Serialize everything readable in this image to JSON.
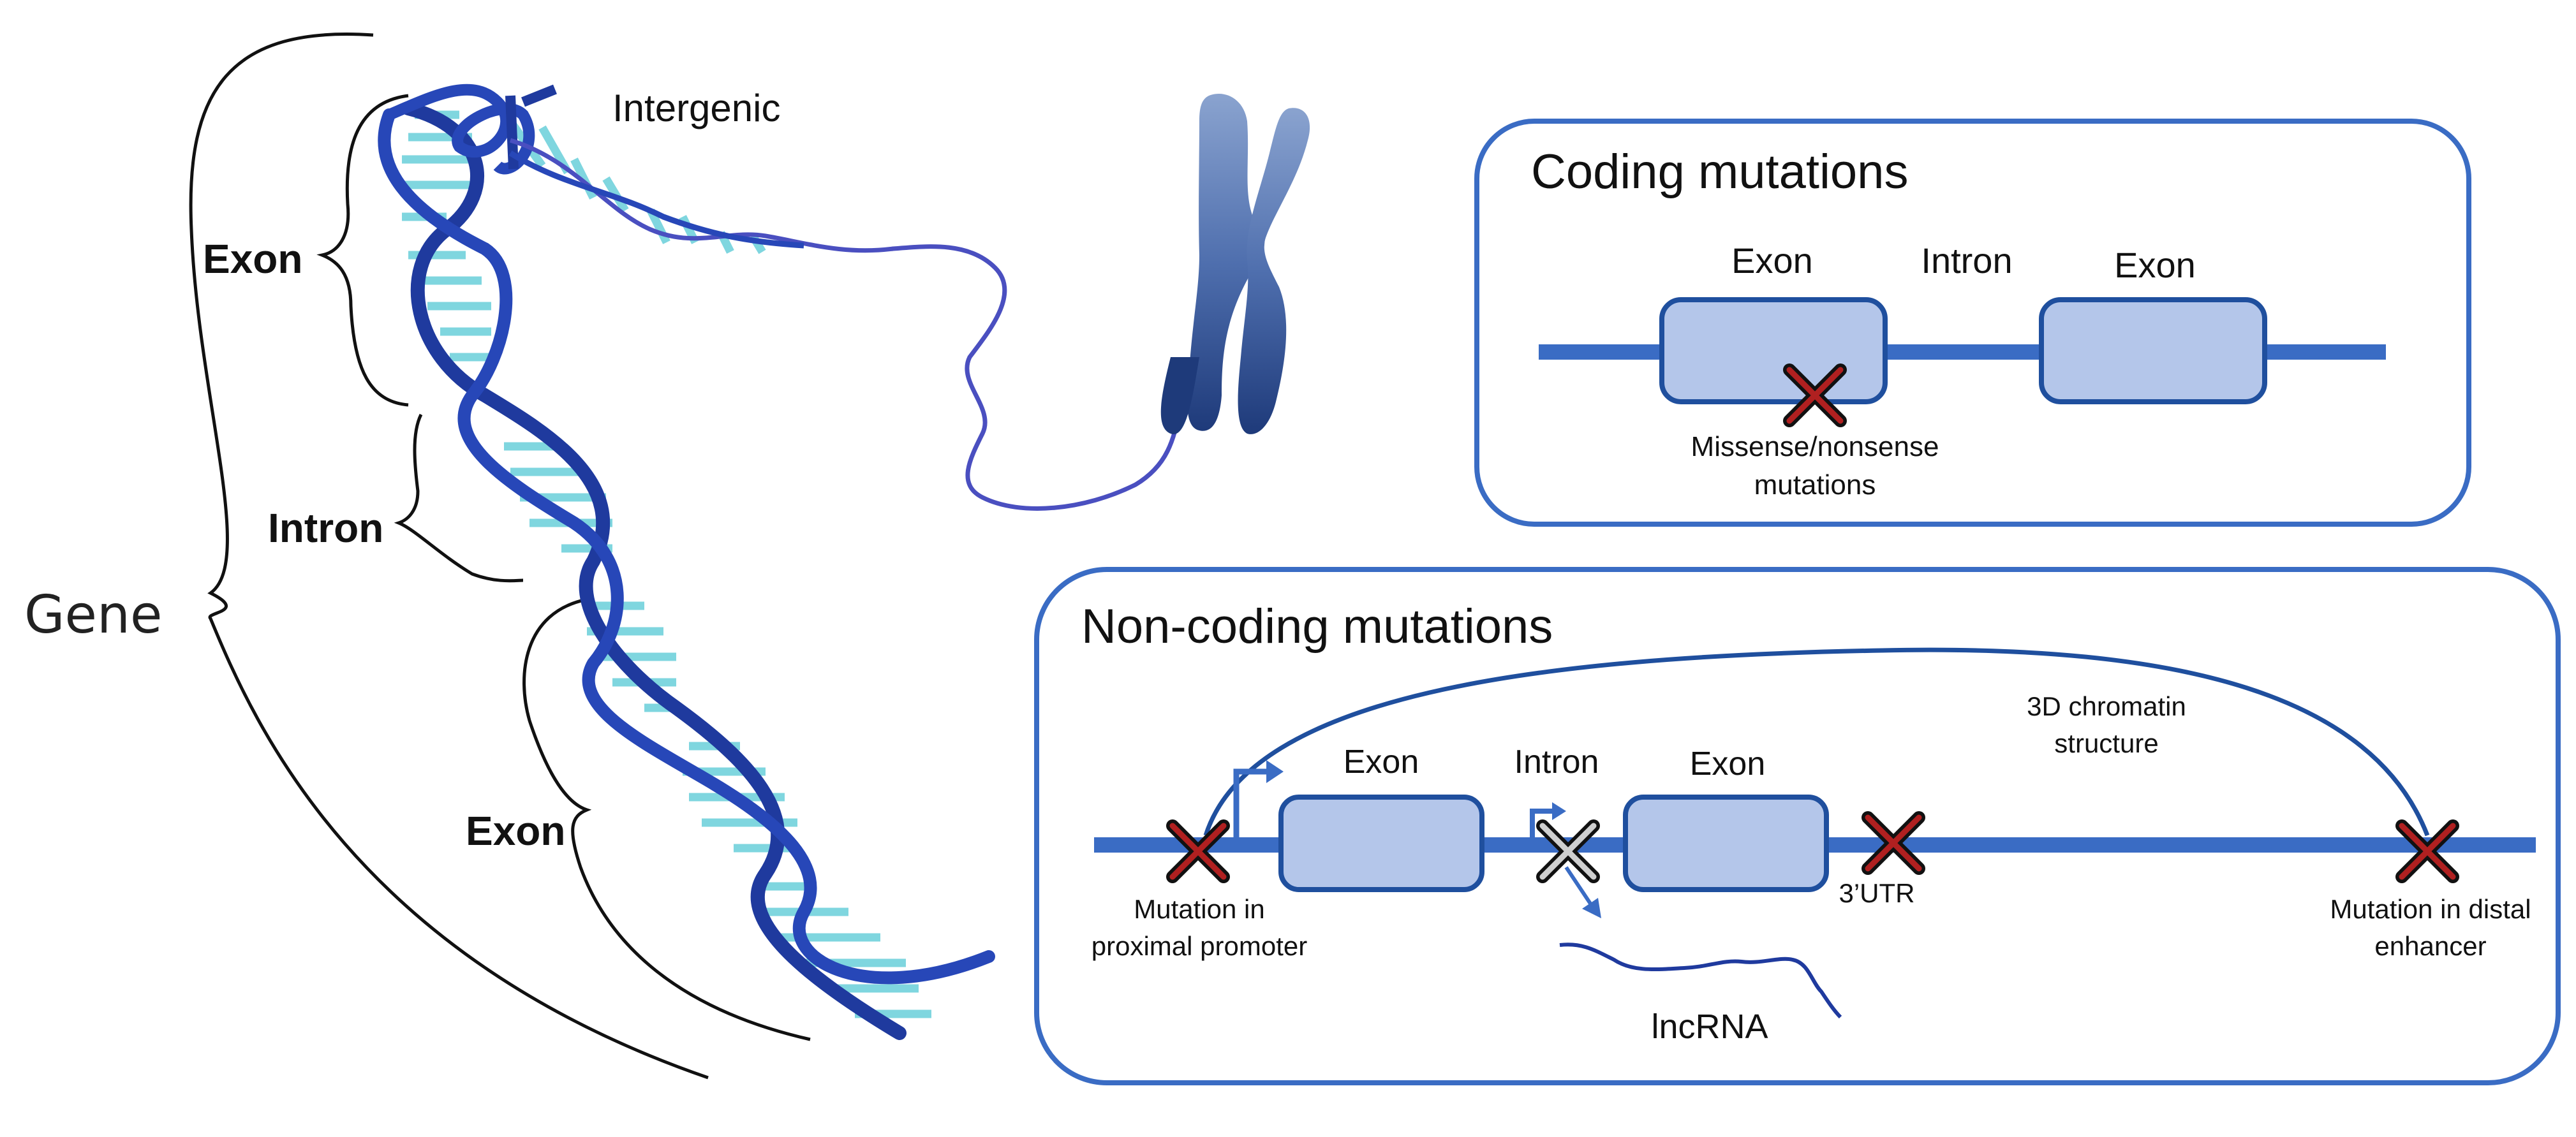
{
  "left_panel": {
    "gene_label": "Gene",
    "exon_top_label": "Exon",
    "intron_label": "Intron",
    "exon_bottom_label": "Exon",
    "intergenic_label": "Intergenic"
  },
  "coding_panel": {
    "title": "Coding mutations",
    "exon1_label": "Exon",
    "intron_label": "Intron",
    "exon2_label": "Exon",
    "mutation_label_line1": "Missense/nonsense",
    "mutation_label_line2": "mutations"
  },
  "noncoding_panel": {
    "title": "Non-coding mutations",
    "exon1_label": "Exon",
    "intron_label": "Intron",
    "exon2_label": "Exon",
    "chromatin_label_line1": "3D chromatin",
    "chromatin_label_line2": "structure",
    "promoter_label_line1": "Mutation in",
    "promoter_label_line2": "proximal promoter",
    "utr_label": "3’UTR",
    "enhancer_label_line1": "Mutation in distal",
    "enhancer_label_line2": "enhancer",
    "lncrna_label": "lncRNA"
  },
  "colors": {
    "dna_backbone": "#1f3a9e",
    "dna_rungs": "#7fd6df",
    "panel_border": "#3a6cc4",
    "track_line": "#3a6cc4",
    "exon_fill": "#b4c6ea",
    "exon_border": "#1f4f9e",
    "mutation_x": "#b02020",
    "chromosome": "#3a5a9c"
  }
}
